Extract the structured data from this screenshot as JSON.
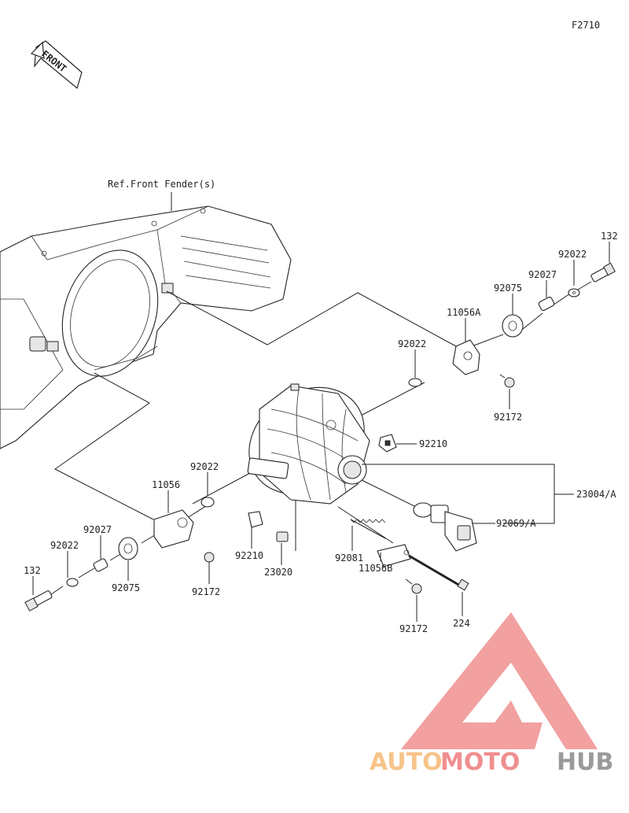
{
  "figure_id": "F2710",
  "front_marker": "FRONT",
  "reference_note": "Ref.Front Fender(s)",
  "callouts": {
    "c132_right": "132",
    "c92022_right": "92022",
    "c92027_right": "92027",
    "c92075_right": "92075",
    "c11056A": "11056A",
    "c92022_mid": "92022",
    "c92172_right": "92172",
    "c92210_right": "92210",
    "c23004A": "23004/A",
    "c92069A": "92069/A",
    "c92022_left": "92022",
    "c11056": "11056",
    "c92027_left": "92027",
    "c92022_far": "92022",
    "c92075_left": "92075",
    "c132_left": "132",
    "c92172_left": "92172",
    "c92210_left": "92210",
    "c23020": "23020",
    "c92081": "92081",
    "c11056B": "11056B",
    "c92172_bottom": "92172",
    "c224": "224"
  },
  "watermark": {
    "part1": "AUTO",
    "part2": "MOTO",
    "part3": "HUB",
    "color_auto": "#f7c48a",
    "color_moto": "#f08f8f",
    "color_hub": "#9a9a9a",
    "logo_color": "#f08f8f"
  }
}
